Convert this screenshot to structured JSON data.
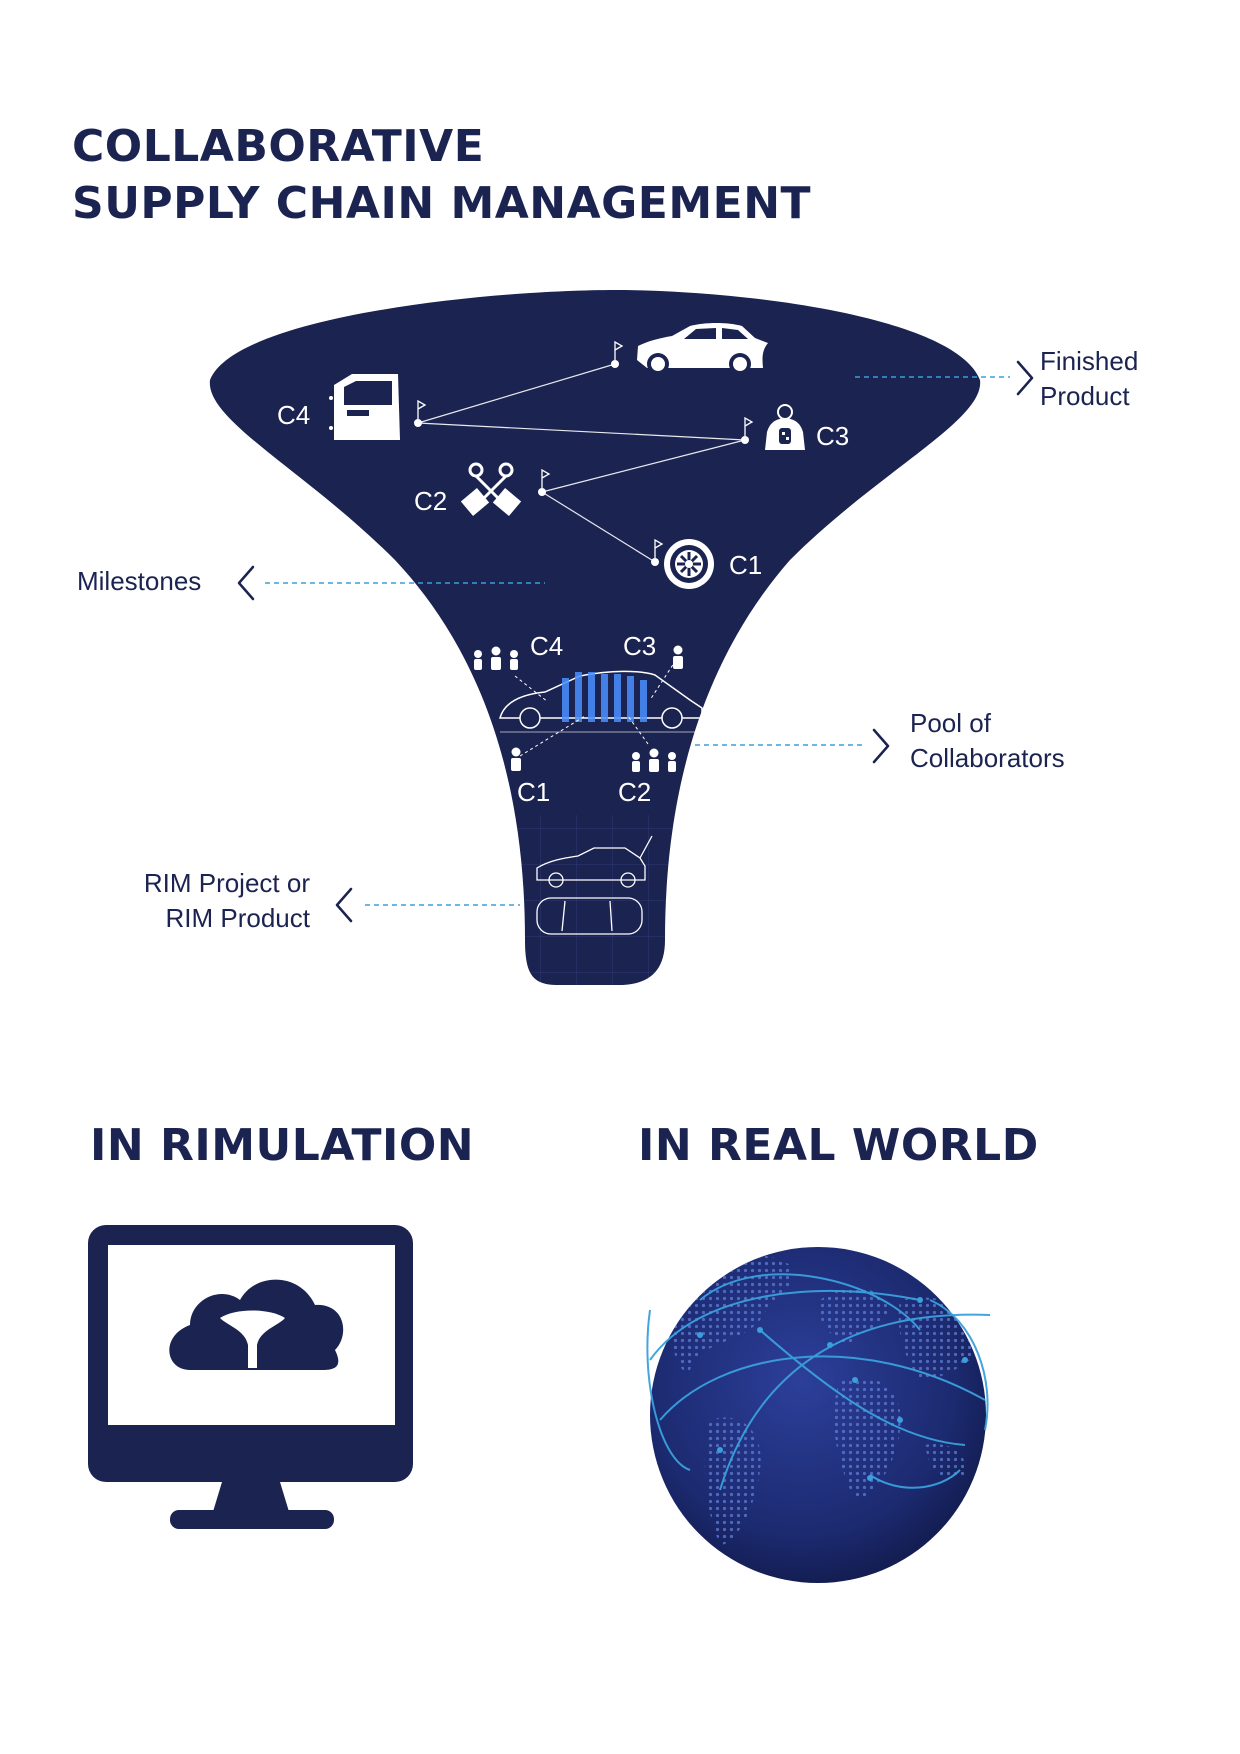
{
  "title": {
    "line1": "COLLABORATIVE",
    "line2": "SUPPLY CHAIN MANAGEMENT"
  },
  "callouts": {
    "finished_product": [
      "Finished",
      "Product"
    ],
    "milestones": "Milestones",
    "pool": [
      "Pool of",
      "Collaborators"
    ],
    "rim": [
      "RIM Project or",
      "RIM Product"
    ]
  },
  "milestone_labels": {
    "c4": "C4",
    "c3": "C3",
    "c2": "C2",
    "c1": "C1"
  },
  "pool_labels": {
    "c4": "C4",
    "c3": "C3",
    "c1": "C1",
    "c2": "C2"
  },
  "sections": {
    "simulation": "IN RIMULATION",
    "real_world": "IN REAL WORLD"
  },
  "icons": [
    "car-icon",
    "car-door-icon",
    "engineer-icon",
    "pistons-icon",
    "tire-icon",
    "people-icon",
    "monitor-icon",
    "cloud-icon",
    "funnel-icon",
    "globe-icon"
  ],
  "colors": {
    "navy": "#1b2350",
    "accent": "#3aa0dc",
    "white": "#ffffff"
  }
}
